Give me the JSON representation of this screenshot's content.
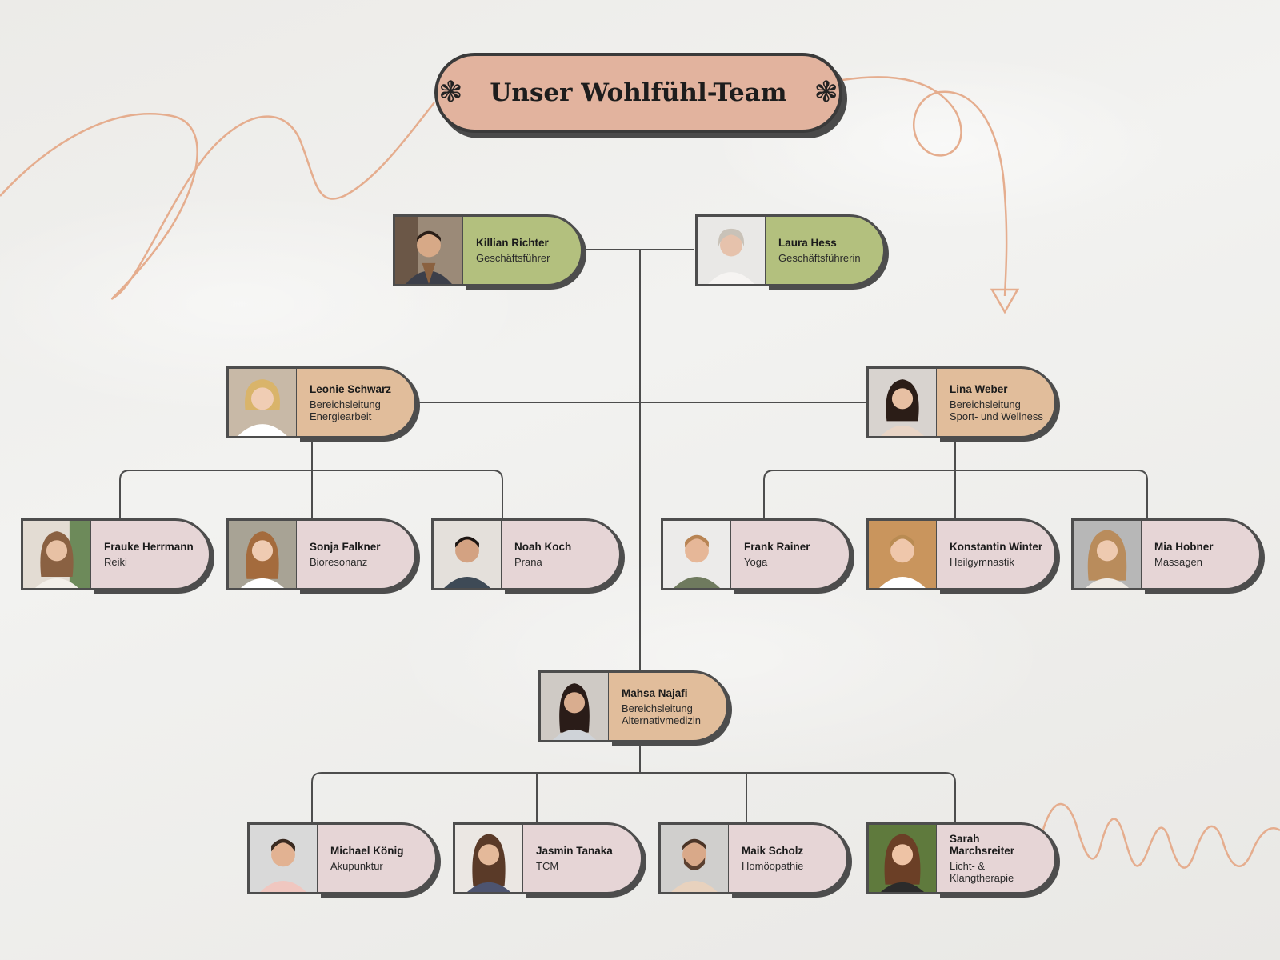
{
  "title": "Unser Wohlfühl-Team",
  "colors": {
    "green": "#b3c07e",
    "tan": "#e1bd9b",
    "pink": "#e6d5d6",
    "title": "#e2b39e",
    "stroke": "#4d4d4d",
    "doodle": "#e5ad8e"
  },
  "leaders": [
    {
      "name": "Killian Richter",
      "role": "Geschäftsführer"
    },
    {
      "name": "Laura Hess",
      "role": "Geschäftsführerin"
    }
  ],
  "heads": [
    {
      "name": "Leonie Schwarz",
      "role": "Bereichsleitung\nEnergiearbeit"
    },
    {
      "name": "Lina Weber",
      "role": "Bereichsleitung\nSport- und Wellness"
    },
    {
      "name": "Mahsa Najafi",
      "role": "Bereichsleitung\nAlternativmedizin"
    }
  ],
  "energy_team": [
    {
      "name": "Frauke Herrmann",
      "role": "Reiki"
    },
    {
      "name": "Sonja Falkner",
      "role": "Bioresonanz"
    },
    {
      "name": "Noah Koch",
      "role": "Prana"
    }
  ],
  "sport_team": [
    {
      "name": "Frank Rainer",
      "role": "Yoga"
    },
    {
      "name": "Konstantin Winter",
      "role": "Heilgymnastik"
    },
    {
      "name": "Mia Hobner",
      "role": "Massagen"
    }
  ],
  "alt_team": [
    {
      "name": "Michael König",
      "role": "Akupunktur"
    },
    {
      "name": "Jasmin Tanaka",
      "role": "TCM"
    },
    {
      "name": "Maik Scholz",
      "role": "Homöopathie"
    },
    {
      "name": "Sarah Marchsreiter",
      "role": "Licht- &\nKlangtherapie"
    }
  ]
}
